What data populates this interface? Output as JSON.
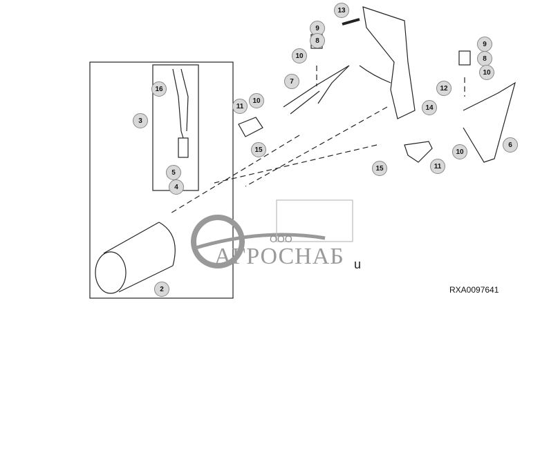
{
  "diagram": {
    "figure_code": "RXA0097641",
    "callouts": [
      "13",
      "9",
      "8",
      "10",
      "7",
      "10",
      "11",
      "15",
      "12",
      "14",
      "9",
      "8",
      "10",
      "6",
      "10",
      "11",
      "15",
      "16",
      "3",
      "5",
      "4",
      "2"
    ],
    "watermark": {
      "company_prefix": "ООО",
      "company_name": "АГРОСНАБ"
    },
    "stray_text": "u",
    "colors": {
      "line": "#222222",
      "callout_fill": "#d8d8d8",
      "watermark": "#9a9a9a"
    }
  }
}
